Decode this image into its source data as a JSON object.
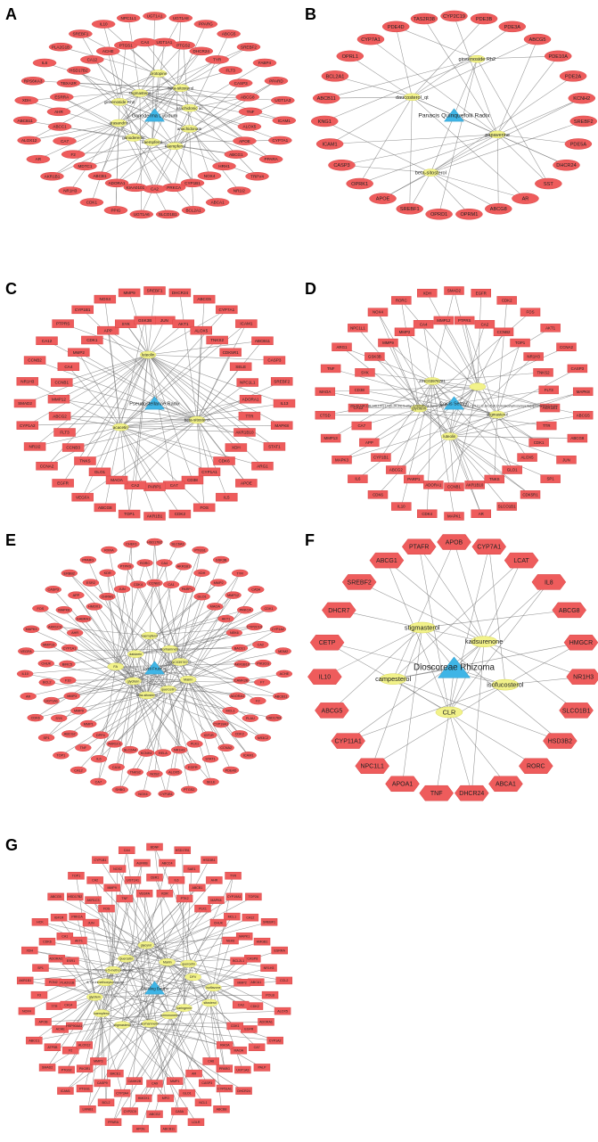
{
  "colors": {
    "target": "#ee5c5c",
    "compound": "#f2f28a",
    "herb": "#3fb5e6",
    "edge": "#6f6f6f"
  },
  "panels": [
    {
      "letter": "A",
      "center_label": "Ganoderma Lucidum",
      "compounds": [
        "anachidonate",
        "kaempferol",
        "kaempferol",
        "ganoderenic",
        "arasandrin",
        "ginsenoside Rh2",
        "stigmasterol",
        "protopine",
        "beta-sitosterol",
        "arachidonic ac"
      ],
      "targets": [
        "UGT1A1",
        "UGT1A8",
        "PPARG",
        "ABCG5",
        "SREBF2",
        "FABP4",
        "PPARD",
        "UGT1A3",
        "ICAM1",
        "CYP7A1",
        "PPARA",
        "TRPV4",
        "NR1I2",
        "ABCA1",
        "BCL2A1",
        "SLCO1B1",
        "UGT1A6",
        "PPIG",
        "CDK1",
        "NR1H3",
        "AKR1B1",
        "AR",
        "ALOX12",
        "ABCB11",
        "XDH",
        "RPS6KA3",
        "IL6",
        "PLA2G1B",
        "SREBF1",
        "IL10",
        "NPC1L1",
        "UGT1A1",
        "PTGS2",
        "DHCR24",
        "TYR",
        "FLT3",
        "CASP3",
        "ABCG8",
        "TNF",
        "ALOX5",
        "APOE",
        "ABCG1",
        "HRH1",
        "NOX4",
        "CYP1B1",
        "PRKCA",
        "CA2",
        "KIAA0101",
        "ADORA1",
        "ABCB1",
        "MDTC1",
        "F2",
        "CA7",
        "ABCC1",
        "AHR",
        "ESRRA",
        "TBXA2R",
        "HSD17B2",
        "CA12",
        "ACHE",
        "PTGS1",
        "CA4"
      ]
    },
    {
      "letter": "B",
      "center_label": "Panacis Quinquefolii Radix",
      "compounds": [
        "papaverine",
        "beta-sitosterol",
        "daucosterol_qt",
        "ginsenoside Rh2"
      ],
      "targets": [
        "CYP2C19",
        "PDE3B",
        "PDE3A",
        "ABCG5",
        "PDE10A",
        "PDE2A",
        "KCNH2",
        "SREBF2",
        "PDE5A",
        "DHCR24",
        "SST",
        "AR",
        "ABCG8",
        "OPRM1",
        "OPRD1",
        "SREBF1",
        "APOE",
        "OPRK1",
        "CASP3",
        "ICAM1",
        "KNG1",
        "ABCB11",
        "BCL2A1",
        "OPRL1",
        "CYP7A1",
        "PDE4D",
        "TAS2R38"
      ]
    },
    {
      "letter": "C",
      "center_label": "Pseudostellariae Radix",
      "compounds": [
        "beta-sitosterol",
        "acacetin",
        "luteolin"
      ],
      "targets": [
        "SREBF1",
        "DHCR24",
        "ABCG5",
        "CYP7A1",
        "ICAM1",
        "ABCB11",
        "CASP3",
        "SREBF2",
        "IL13",
        "MAPK8",
        "STAT1",
        "ARG1",
        "APOE",
        "IL5",
        "FOS",
        "CDK2",
        "AKR1B1",
        "TOP1",
        "ABCG8",
        "VEGFA",
        "EGFR",
        "CCNA2",
        "NR1I2",
        "CYP1A2",
        "SMAD2",
        "NR1H3",
        "CCNB2",
        "CA12",
        "PTPRS",
        "CYP1B1",
        "NOX4",
        "MMP9",
        "JUN",
        "AKT1",
        "ALOX5",
        "TNKS2",
        "CDK5R1",
        "SELE",
        "NPC1L1",
        "ADORA1",
        "TTR",
        "AKR1B10",
        "XDH",
        "CDK6",
        "CYP1A1",
        "CD38",
        "CA7",
        "PARP1",
        "CA2",
        "MAOA",
        "GLO1",
        "TNKS",
        "CCNB3",
        "FLT3",
        "ABCG2",
        "MMP12",
        "CCNB1",
        "CA4",
        "MMP2",
        "CDK1",
        "APP",
        "SYK",
        "GSK3B"
      ]
    },
    {
      "letter": "D",
      "center_label": "Coicis Semen",
      "compounds": [
        "stigmasterol",
        "luteolin",
        "glycitein",
        "ZINC03978781",
        "(6S,9S,10R,13R,14S,17R)-17-[(E,2R,5S)-5-ethyl-6-methylhept-3-en-2-yl]-10,13-dimethyl-1,2,6,7,8,9,11,12,14,15,16,17-dodecahydrocyclopenta[a]phenanthren-3-one"
      ],
      "targets": [
        "SMAD2",
        "EGFR",
        "CDK2",
        "FOS",
        "AKT1",
        "CCNA2",
        "CASP3",
        "MAPK8",
        "ABCG5",
        "ABCG8",
        "JUN",
        "SP1",
        "CDK5R1",
        "SLCO1B1",
        "AR",
        "MAPK1",
        "CDK4",
        "IL10",
        "CDK6",
        "IL6",
        "MAPK3",
        "MMP13",
        "CTSD",
        "MAOA",
        "TNF",
        "ARG1",
        "NPC1L1",
        "NOX4",
        "RORC",
        "XDH",
        "PTPRS",
        "CA2",
        "CCNB2",
        "TOP1",
        "NR1H3",
        "TNKS2",
        "FLT3",
        "AKR1B1",
        "TTR",
        "CDK1",
        "ALOX5",
        "GLO1",
        "TNKS",
        "AKR1B10",
        "CCNB1",
        "ADORA1",
        "PARP1",
        "ABCG2",
        "CYP1B1",
        "APP",
        "CA7",
        "CA12",
        "CD38",
        "SYK",
        "GSK3B",
        "MMP9",
        "MMP2",
        "CA4",
        "MMP12"
      ]
    },
    {
      "letter": "E",
      "center_label": "Lycii Fructus",
      "compounds": [
        "Mairin",
        "quercetin",
        "beta-sitosterol",
        "glycitein",
        "FA",
        "daidzein",
        "kaempferol",
        "isorhamnetin",
        "ZINC03978781"
      ],
      "targets": [
        "HSD17B2",
        "SLC6A3",
        "PTGS1",
        "GSK3B",
        "TYR",
        "CA5A",
        "CDK1",
        "CYP1A2",
        "MDM2",
        "ACHE",
        "ABCB11",
        "HSD17B1",
        "NR3C2",
        "ICAM1",
        "PDE4D",
        "SELE",
        "PTGS2",
        "CYP1B1",
        "NOX4",
        "SHBG",
        "CA7",
        "CA12",
        "TOP1",
        "SP1",
        "CDK6",
        "AR",
        "IL10",
        "VEGFA",
        "MAPK3",
        "FOS",
        "CASP3",
        "ERBB2",
        "PPARG",
        "RXRA",
        "CHEK1",
        "CA4",
        "AKR1B1",
        "XDH",
        "MMP2",
        "MMP12",
        "PRKCA",
        "CYP2C19",
        "CA2",
        "PIK3CG",
        "F7",
        "F2",
        "PLAU",
        "CDK2",
        "CCNA2",
        "STAT1",
        "EGFR",
        "ALOX5",
        "NOS2",
        "TNKS2",
        "CA14",
        "IL6",
        "TNF",
        "ABCG2",
        "SYK",
        "UGT1A1",
        "BCL2",
        "CHUK",
        "MMP13",
        "AKR1C3",
        "MAPK8",
        "APP",
        "ESR2",
        "KDR",
        "PTPRS",
        "RORC",
        "CCNB1",
        "CA1",
        "PARP1",
        "GLO1",
        "MAOA",
        "AKT1",
        "NEK6",
        "BACE1",
        "AKR1B10",
        "CAMK2B",
        "ADORA1",
        "MCL1",
        "CYP19A1",
        "IGF1R",
        "PLK1",
        "NR1H3",
        "RELA",
        "KCNH2",
        "SLC2A4",
        "AKR1C1",
        "DPP4",
        "MMP1",
        "MMP9",
        "MMP3",
        "F10",
        "BIRC5",
        "CYP1A1",
        "AHR",
        "GABRA1",
        "HMOX1",
        "CHRM1",
        "JUN",
        "CDK4"
      ]
    },
    {
      "letter": "F",
      "center_label": "Dioscoreae Rhizoma",
      "compounds": [
        "isofucosterol",
        "CLR",
        "campesterol",
        "stigmasterol",
        "kadsurenone"
      ],
      "targets": [
        "APOB",
        "CYP7A1",
        "LCAT",
        "IL8",
        "ABCG8",
        "HMGCR",
        "NR1H3",
        "SLCO1B1",
        "HSD3B2",
        "RORC",
        "ABCA1",
        "DHCR24",
        "TNF",
        "APOA1",
        "NPC1L1",
        "CYP11A1",
        "ABCG5",
        "IL10",
        "CETP",
        "DHCR7",
        "SREBF2",
        "ABCG1",
        "PTAFR"
      ]
    },
    {
      "letter": "G",
      "center_label": "Shenling Baizhu",
      "compounds": [
        "sitosterol",
        "naringenin",
        "formononetin",
        "isorhamnetin",
        "stigmasterol",
        "kaempferol",
        "glycitein",
        "6,7,4-trimethoxyisoflavone",
        "7-hydroxy-5-methoxyflavone",
        "Quercetin",
        "glycyrol",
        "Mairin",
        "quercetin",
        "DFV",
        "isoflavone"
      ],
      "targets": [
        "BDNF",
        "HSD17B1",
        "HSD3B1",
        "TYR",
        "TOP2A",
        "SREBF1",
        "ESRRA",
        "CCL2",
        "ALOX5",
        "CYP1A2",
        "PALP",
        "DHCR24",
        "ABCB8",
        "LDLR",
        "ABCB11",
        "APOE",
        "PPARA",
        "LMNB1",
        "ICAM1",
        "SMAD2",
        "ABCC1",
        "NOX4",
        "AKR1B1",
        "XDH",
        "HCK",
        "ABCG5",
        "TOP1",
        "CYP1B1",
        "CA4",
        "ABCC4",
        "SAE1",
        "AHR",
        "CYP19A1",
        "CA12",
        "HMGB1",
        "NR1H3",
        "POLB",
        "ADORA1",
        "CA7",
        "UGT1A3",
        "CYP51A1",
        "NCL1",
        "CA5A",
        "ABCG2",
        "CYP2C9",
        "BCL2",
        "PTGS1",
        "PTGS2",
        "ATP5B",
        "APOB",
        "F3",
        "SP1",
        "CDK6",
        "IGF1R",
        "HSD17B2",
        "CA2",
        "NOS2",
        "AURKB",
        "CBR1",
        "IL6",
        "ABCB1",
        "MAPK8",
        "MCL1",
        "MAPK1",
        "CASP8",
        "ABCA1",
        "CDK2",
        "EGFR",
        "MAOA",
        "PPARG",
        "CASP3",
        "GLO1",
        "MPO",
        "HMOX1",
        "CYP3A4",
        "CASP9",
        "PIK3R1",
        "F2",
        "ACHE",
        "TTR",
        "PON2",
        "ADORA2A",
        "CA1",
        "PRKCA",
        "AKR1C3",
        "MMP9",
        "UGT1A1",
        "KDR",
        "PTK2",
        "PLK1",
        "CHUK",
        "NEK6",
        "BCL2L1",
        "MMP2",
        "CA3",
        "CDK1",
        "RHOA",
        "CA6",
        "AR",
        "MMP1",
        "CA9",
        "CAMK2B",
        "BACE1",
        "MMP3",
        "ALOX12",
        "HSP90AA1",
        "CA14",
        "PLA2G1B",
        "ESR1",
        "AKT1",
        "JUN",
        "FOS",
        "TNF",
        "VEGFA"
      ]
    }
  ]
}
